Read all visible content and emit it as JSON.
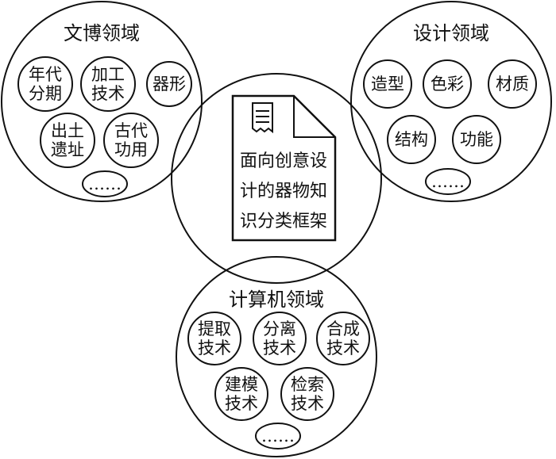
{
  "center": {
    "icon": "document-icon",
    "lines": [
      "面向创意设",
      "计的器物知",
      "识分类框架"
    ]
  },
  "domains": [
    {
      "key": "museum",
      "title": "文博领域",
      "nodes": [
        {
          "lines": [
            "年代",
            "分期"
          ]
        },
        {
          "lines": [
            "加工",
            "技术"
          ]
        },
        {
          "lines": [
            "器形"
          ]
        },
        {
          "lines": [
            "出土",
            "遗址"
          ]
        },
        {
          "lines": [
            "古代",
            "功用"
          ]
        },
        {
          "lines": [
            "……"
          ]
        }
      ]
    },
    {
      "key": "design",
      "title": "设计领域",
      "nodes": [
        {
          "lines": [
            "造型"
          ]
        },
        {
          "lines": [
            "色彩"
          ]
        },
        {
          "lines": [
            "材质"
          ]
        },
        {
          "lines": [
            "结构"
          ]
        },
        {
          "lines": [
            "功能"
          ]
        },
        {
          "lines": [
            "……"
          ]
        }
      ]
    },
    {
      "key": "computer",
      "title": "计算机领域",
      "nodes": [
        {
          "lines": [
            "提取",
            "技术"
          ]
        },
        {
          "lines": [
            "分离",
            "技术"
          ]
        },
        {
          "lines": [
            "合成",
            "技术"
          ]
        },
        {
          "lines": [
            "建模",
            "技术"
          ]
        },
        {
          "lines": [
            "检索",
            "技术"
          ]
        },
        {
          "lines": [
            "……"
          ]
        }
      ]
    }
  ]
}
